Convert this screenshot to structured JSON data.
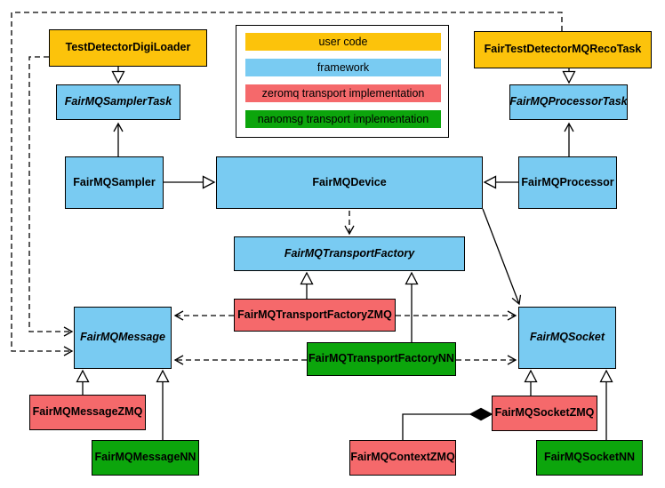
{
  "colors": {
    "user_code": "#FCC30B",
    "framework": "#79CBF2",
    "zeromq": "#F5696B",
    "nanomsg": "#0CA50C"
  },
  "nodes": {
    "test_detector_digi_loader": {
      "label": "TestDetectorDigiLoader"
    },
    "fairmq_sampler_task": {
      "label": "FairMQSamplerTask"
    },
    "fair_test_detector_mq_reco_task": {
      "label": "FairTestDetectorMQRecoTask"
    },
    "fairmq_processor_task": {
      "label": "FairMQProcessorTask"
    },
    "fairmq_sampler": {
      "label": "FairMQSampler"
    },
    "fairmq_device": {
      "label": "FairMQDevice"
    },
    "fairmq_processor": {
      "label": "FairMQProcessor"
    },
    "fairmq_transport_factory": {
      "label": "FairMQTransportFactory"
    },
    "fairmq_transport_factory_zmq": {
      "label": "FairMQTransportFactoryZMQ"
    },
    "fairmq_transport_factory_nn": {
      "label": "FairMQTransportFactoryNN"
    },
    "fairmq_message": {
      "label": "FairMQMessage"
    },
    "fairmq_socket": {
      "label": "FairMQSocket"
    },
    "fairmq_message_zmq": {
      "label": "FairMQMessageZMQ"
    },
    "fairmq_message_nn": {
      "label": "FairMQMessageNN"
    },
    "fairmq_context_zmq": {
      "label": "FairMQContextZMQ"
    },
    "fairmq_socket_zmq": {
      "label": "FairMQSocketZMQ"
    },
    "fairmq_socket_nn": {
      "label": "FairMQSocketNN"
    }
  },
  "legend": {
    "items": [
      {
        "label": "user code"
      },
      {
        "label": "framework"
      },
      {
        "label": "zeromq transport implementation"
      },
      {
        "label": "nanomsg transport implementation"
      }
    ]
  }
}
